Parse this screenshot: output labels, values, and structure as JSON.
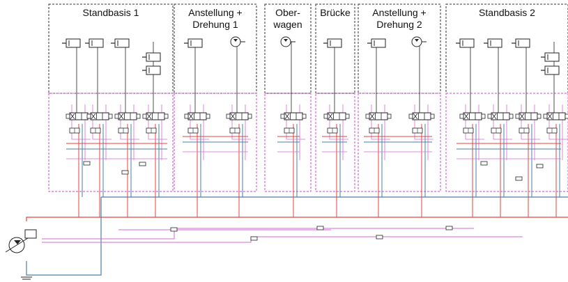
{
  "modules": [
    {
      "id": "standbasis-1",
      "title": "Standbasis 1",
      "cylinders": 4
    },
    {
      "id": "anstellung-drehung-1",
      "title": "Anstellung +\nDrehung 1",
      "cylinders": 1,
      "motors": 1
    },
    {
      "id": "oberwagen",
      "title": "Ober-\nwagen",
      "motors": 1
    },
    {
      "id": "bruecke",
      "title": "Brücke",
      "cylinders": 1
    },
    {
      "id": "anstellung-drehung-2",
      "title": "Anstellung +\nDrehung 2",
      "cylinders": 1,
      "motors": 1
    },
    {
      "id": "standbasis-2",
      "title": "Standbasis 2",
      "cylinders": 4
    }
  ],
  "colors": {
    "pressure_line": "#e8413c",
    "return_line": "#4a7fa6",
    "pilot_line": "#d966d6",
    "component": "#222222",
    "module_frame": "#333333",
    "valve_frame": "#c84ad0"
  }
}
